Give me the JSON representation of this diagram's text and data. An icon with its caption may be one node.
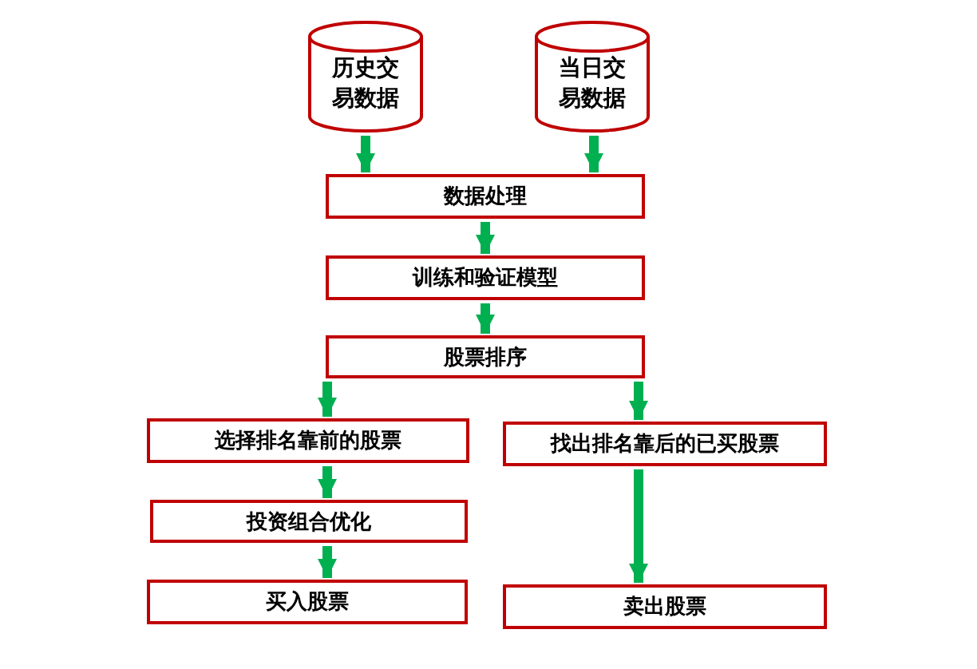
{
  "diagram": {
    "nodes": [
      {
        "text": [
          "历史交易数据"
        ]
      },
      {
        "text": [
          "当日交易数据"
        ]
      },
      {
        "text": [
          "数据处理"
        ]
      },
      {
        "text": [
          "训练和验证模型"
        ]
      },
      {
        "text": [
          "股票排序"
        ]
      },
      {
        "text": [
          "选择排名靠前的股票"
        ]
      },
      {
        "text": [
          "找出排名靠后的已买股票"
        ]
      },
      {
        "text": [
          "投资组合优化"
        ]
      },
      {
        "text": [
          "买入股票"
        ]
      },
      {
        "text": [
          "卖出股票"
        ]
      }
    ],
    "edges": [
      {
        "from": 0,
        "to": 2,
        "arrow": "to"
      },
      {
        "from": 1,
        "to": 2,
        "arrow": "to"
      },
      {
        "from": 2,
        "to": 3,
        "arrow": "to"
      },
      {
        "from": 3,
        "to": 4,
        "arrow": "to"
      },
      {
        "from": 4,
        "to": 5,
        "arrow": "to"
      },
      {
        "from": 4,
        "to": 6,
        "arrow": "to"
      },
      {
        "from": 5,
        "to": 7,
        "arrow": "to"
      },
      {
        "from": 7,
        "to": 8,
        "arrow": "to"
      },
      {
        "from": 6,
        "to": 9,
        "arrow": "to"
      }
    ]
  }
}
